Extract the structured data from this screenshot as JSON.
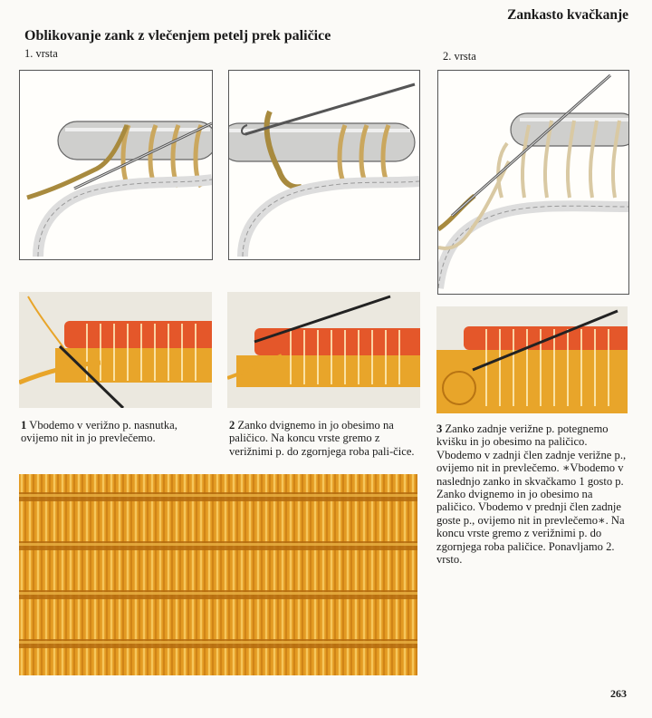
{
  "header": {
    "section_title": "Zankasto kvačkanje",
    "main_title": "Oblikovanje zank z vlečenjem petelj prek paličice"
  },
  "labels": {
    "row1": "1. vrsta",
    "row2": "2. vrsta"
  },
  "captions": [
    {
      "number": "1",
      "text": "Vbodemo v verižno p. nasnutka, ovijemo nit in jo prevlečemo."
    },
    {
      "number": "2",
      "text": "Zanko dvignemo in jo obesimo na paličico. Na koncu vrste gremo z verižnimi p. do zgornjega roba pali-čice."
    },
    {
      "number": "3",
      "text": "Zanko zadnje verižne p. potegnemo kvišku in jo obesimo na paličico. Vbodemo v zadnji člen zadnje verižne p., ovijemo nit in prevlečemo. ∗Vbodemo v naslednjo zanko in skvačkamo 1 gosto p. Zanko dvignemo in jo obesimo na paličico. Vbodemo v prednji člen zadnje goste p., ovijemo nit in prevlečemo∗. Na koncu vrste gremo z verižnimi p. do zgornjega roba paličice. Ponavljamo 2. vrsto."
    }
  ],
  "page_number": "263",
  "colors": {
    "yarn": "#e8a52a",
    "yarn_dark": "#b87413",
    "stick": "#e4572a",
    "drawing_yarn": "#c9a75a"
  }
}
